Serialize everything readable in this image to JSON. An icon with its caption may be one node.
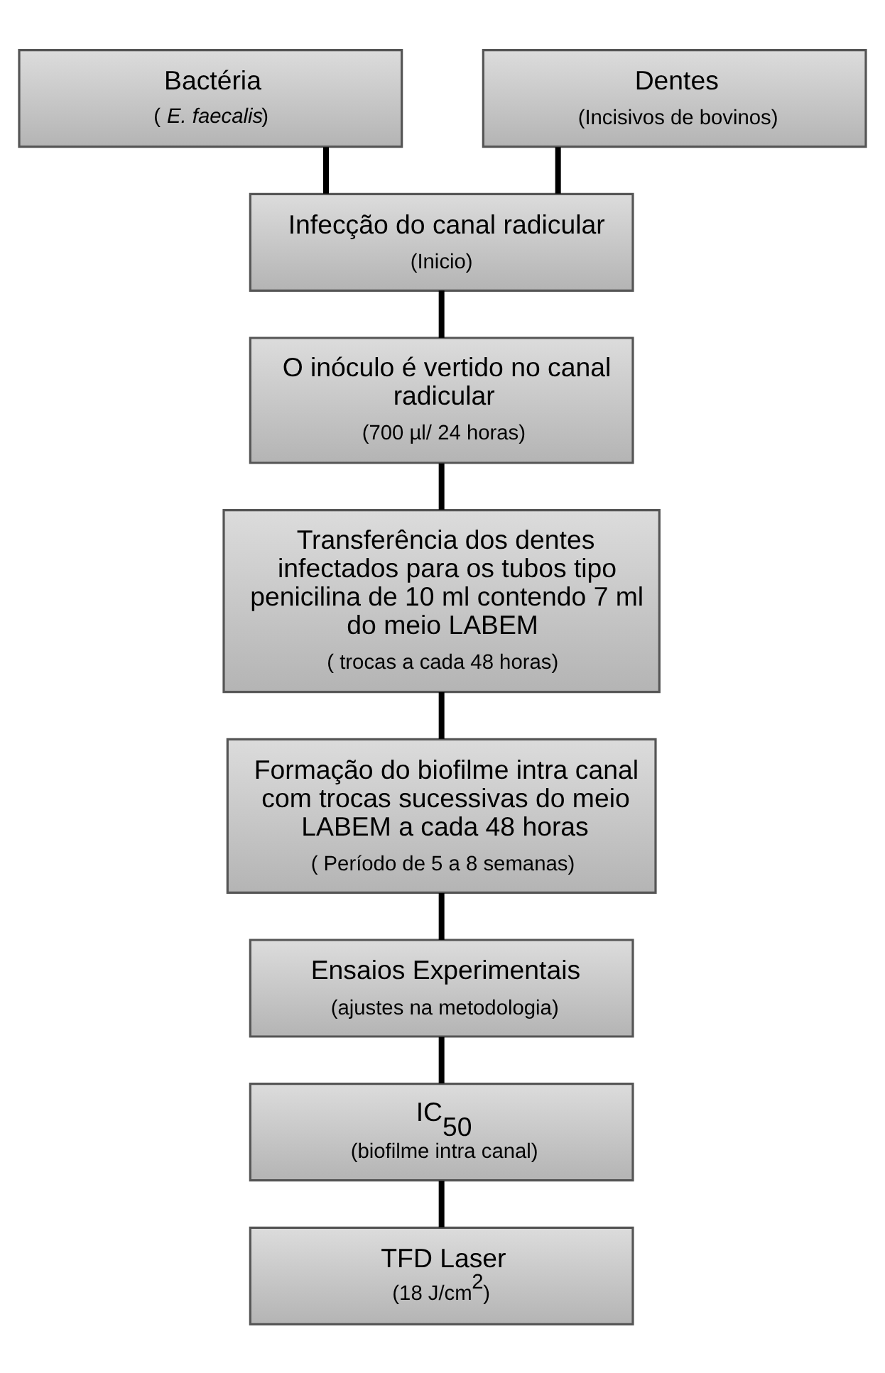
{
  "diagram": {
    "nodes": [
      {
        "text": [
          "Bactéria",
          "( *E. faecalis*)"
        ]
      },
      {
        "text": [
          "Dentes",
          "(Incisivos de bovinos)"
        ]
      },
      {
        "text": [
          "Infecção do canal radicular",
          "(Inicio)"
        ]
      },
      {
        "text": [
          "O inóculo é vertido no canal radicular",
          "(700 µl/ 24 horas)"
        ]
      },
      {
        "text": [
          "Transferência dos dentes infectados para os tubos tipo penicilina de 10 ml contendo 7 ml do meio LABEM",
          "( trocas a cada 48 horas)"
        ]
      },
      {
        "text": [
          "Formação do biofilme intra canal com trocas sucessivas do meio LABEM a cada 48 horas",
          "( Período de 5 a 8 semanas)"
        ]
      },
      {
        "text": [
          "Ensaios Experimentais",
          "(ajustes na metodologia)"
        ]
      },
      {
        "text": [
          "IC$_{50}$",
          "(biofilme intra canal)"
        ]
      },
      {
        "text": [
          "TFD Laser",
          "(18 J/cm$^{2}$)"
        ]
      }
    ],
    "edges": [
      {
        "from": 0,
        "to": 2,
        "arrow": "none"
      },
      {
        "from": 1,
        "to": 2,
        "arrow": "none"
      },
      {
        "from": 2,
        "to": 3,
        "arrow": "none"
      },
      {
        "from": 3,
        "to": 4,
        "arrow": "none"
      },
      {
        "from": 4,
        "to": 5,
        "arrow": "none"
      },
      {
        "from": 5,
        "to": 6,
        "arrow": "none"
      },
      {
        "from": 6,
        "to": 7,
        "arrow": "none"
      },
      {
        "from": 7,
        "to": 8,
        "arrow": "none"
      }
    ]
  }
}
